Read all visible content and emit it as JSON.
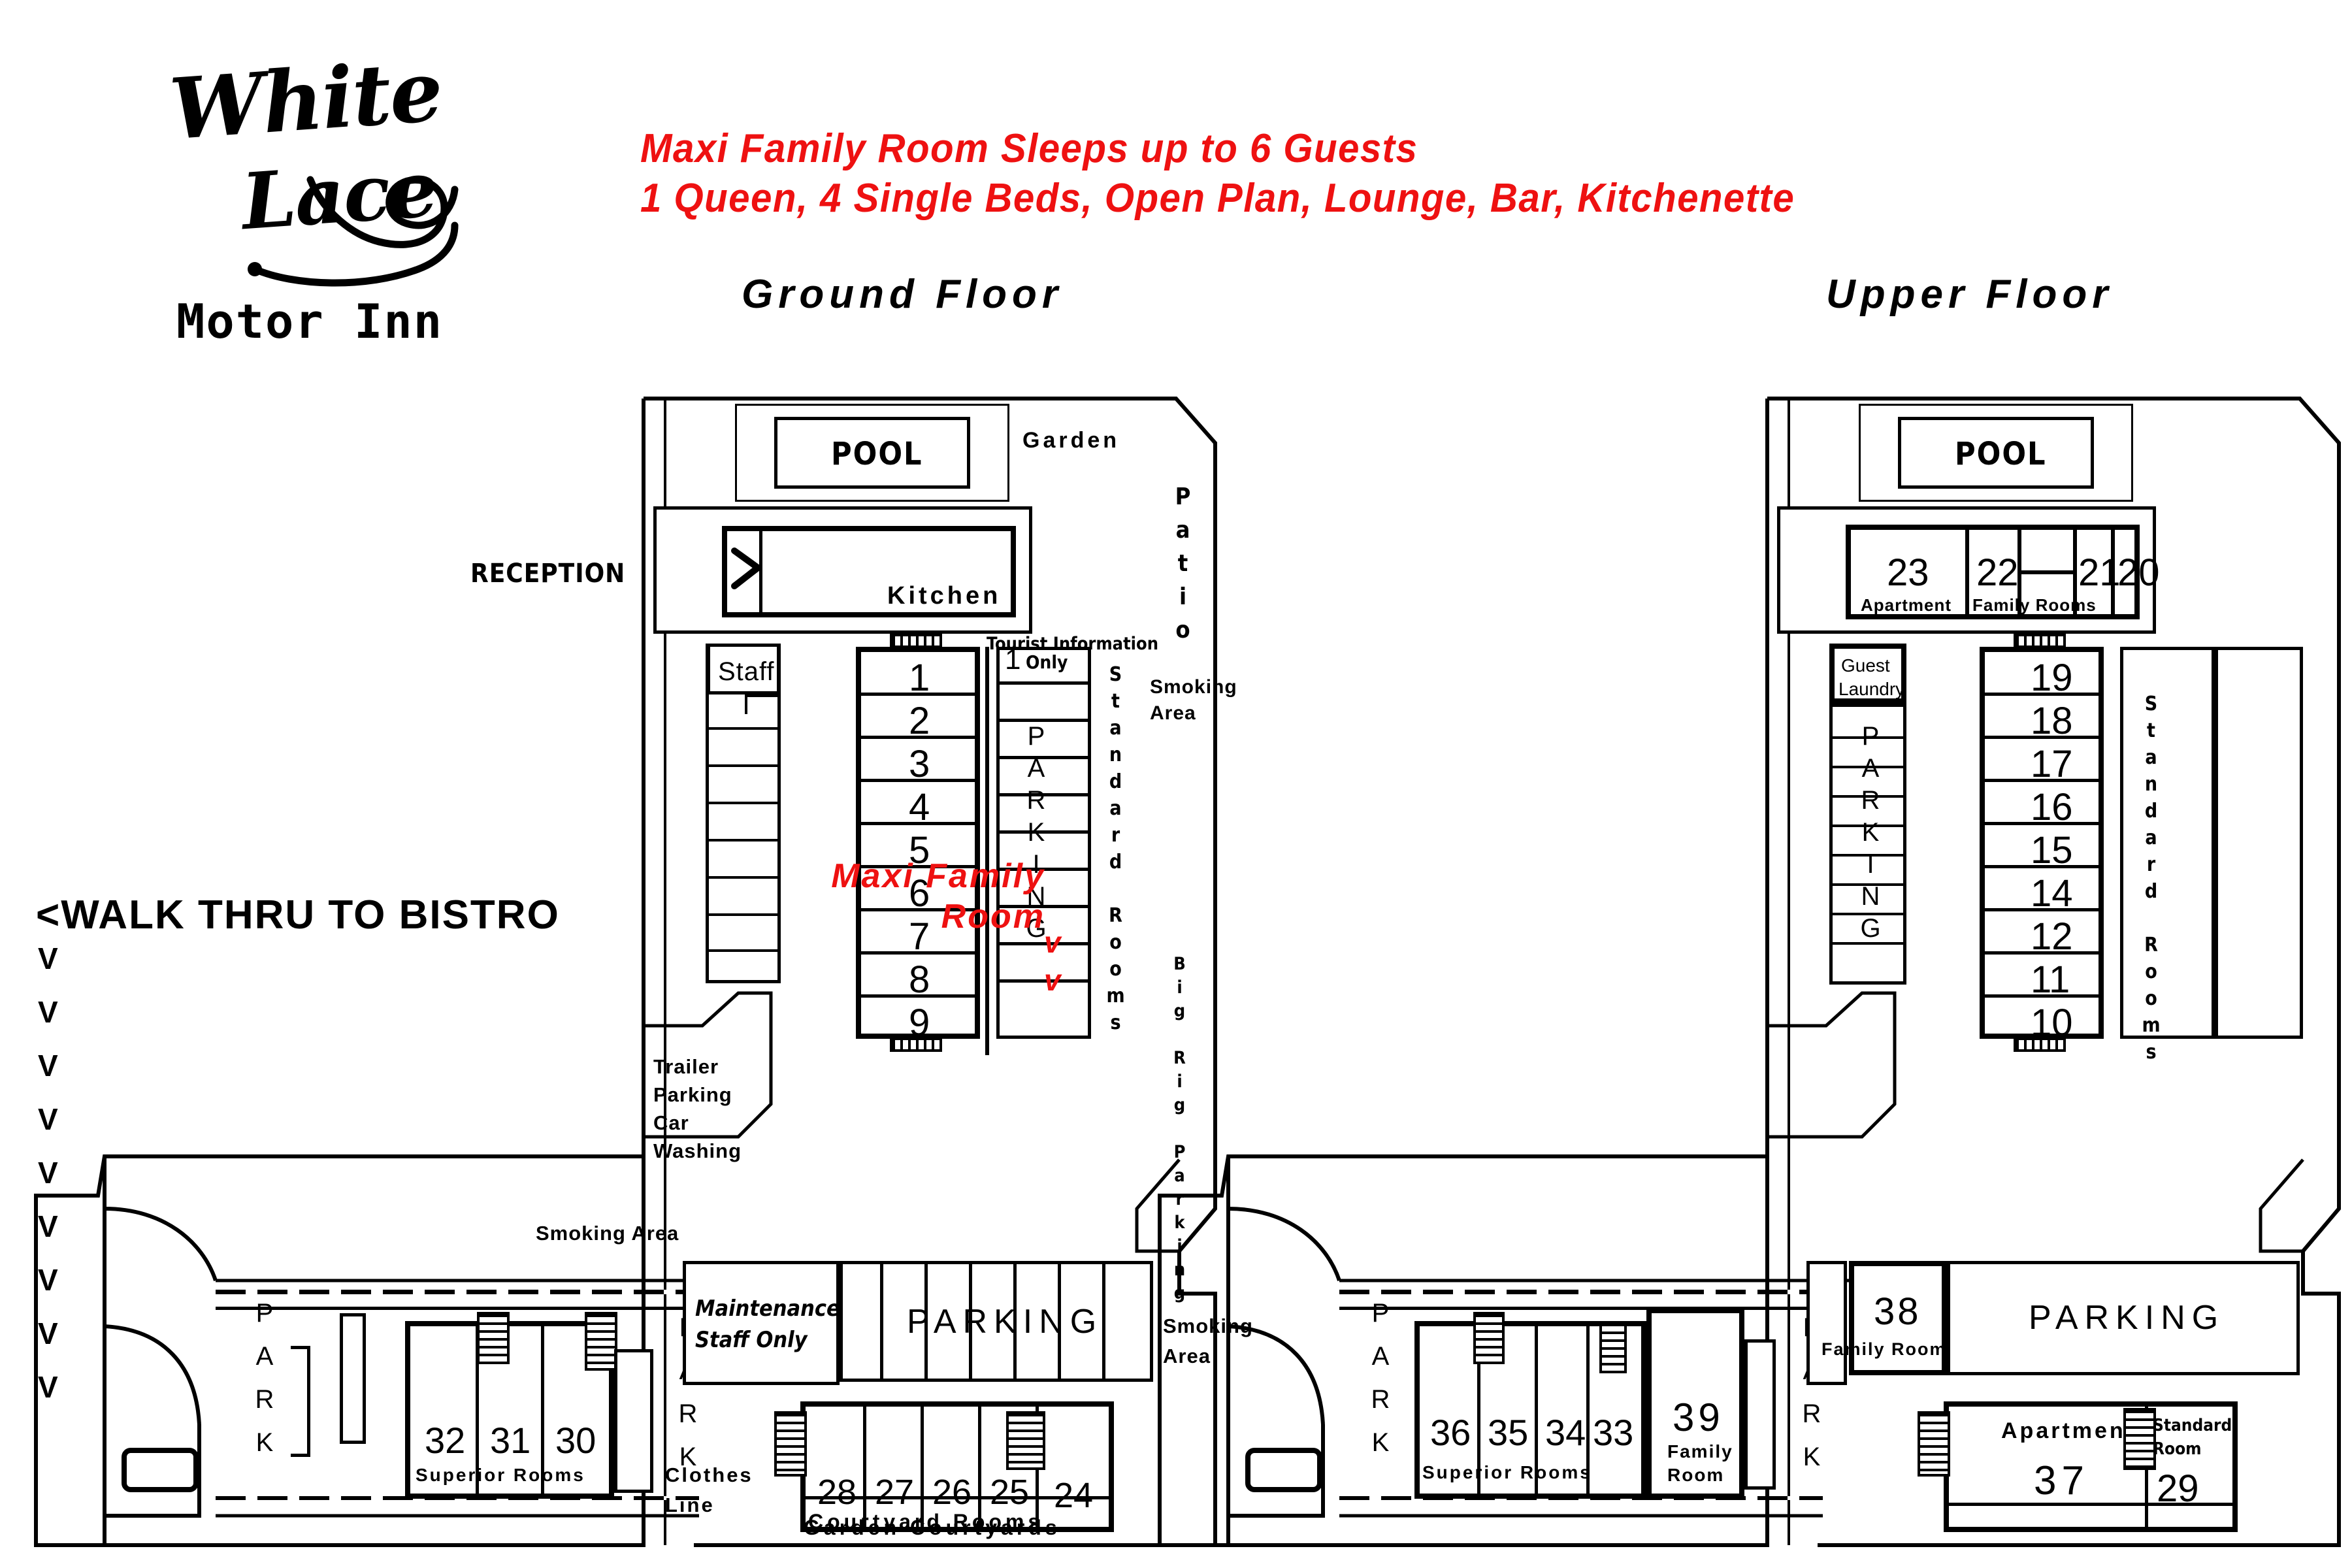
{
  "brand": {
    "script_line1": "White",
    "script_line2": "Lace",
    "subtitle": "Motor Inn"
  },
  "header": {
    "line1": "Maxi Family Room Sleeps up to 6 Guests",
    "line2": "1 Queen, 4 Single Beds, Open Plan, Lounge, Bar, Kitchenette",
    "color": "#ee1111"
  },
  "floors": [
    {
      "id": "ground",
      "title": "Ground Floor",
      "labels": {
        "pool": "POOL",
        "garden": "Garden",
        "patio": "Patio",
        "kitchen": "Kitchen",
        "tourist_information": "Tourist Information",
        "staff": "Staff",
        "one_only": "Only",
        "one_only_num": "1",
        "smoking_area_top": "Smoking\nArea",
        "smoking_area_top_l1": "Smoking",
        "smoking_area_top_l2": "Area",
        "big_rig_parking": "Big Rig Parking",
        "parking_vertical": "PARKING",
        "standard_rooms_vertical": "Standard Rooms",
        "trailer_parking_car_washing_l1": "Trailer",
        "trailer_parking_car_washing_l2": "Parking",
        "trailer_parking_car_washing_l3": "Car",
        "trailer_parking_car_washing_l4": "Washing",
        "smoking_area_mid": "Smoking Area",
        "park_vertical_left": "PARK",
        "park_vertical_right": "PARK",
        "superior_rooms": "Superior Rooms",
        "maintenance_l1": "Maintenance",
        "maintenance_l2": "Staff Only",
        "parking_horizontal": "PARKING",
        "smoking_area_bottom_l1": "Smoking",
        "smoking_area_bottom_l2": "Area",
        "clothes_line_l1": "Clothes",
        "clothes_line_l2": "Line",
        "courtyard_rooms": "Courtyard Rooms",
        "garden_courtyards": "Garden Courtyards",
        "reception": "RECEPTION",
        "walk_thru": "<WALK THRU TO BISTRO"
      },
      "room_column": [
        "1",
        "2",
        "3",
        "4",
        "5",
        "6",
        "7",
        "8",
        "9"
      ],
      "superior_rooms": [
        "32",
        "31",
        "30"
      ],
      "courtyard_rooms": [
        "28",
        "27",
        "26",
        "25",
        "24"
      ],
      "chevrons": [
        "V",
        "V",
        "V",
        "V",
        "V",
        "V",
        "V",
        "V",
        "V"
      ]
    },
    {
      "id": "upper",
      "title": "Upper Floor",
      "labels": {
        "pool": "POOL",
        "apartment": "Apartment",
        "family_rooms": "Family Rooms",
        "guest_laundry_l1": "Guest",
        "guest_laundry_l2": "Laundry",
        "parking_vertical": "PARKING",
        "standard_rooms_vertical": "Standard Rooms",
        "park_vertical_left": "PARK",
        "park_vertical_right": "PARK",
        "superior_rooms": "Superior Rooms",
        "family_room_39_l1": "Family",
        "family_room_39_l2": "Room",
        "family_room_38": "Family Room",
        "parking_horizontal": "PARKING",
        "apartment_37": "Apartment",
        "standard_room_l1": "Standard",
        "standard_room_l2": "Room",
        "maxi_family_room_l1": "Maxi Family",
        "maxi_family_room_l2": "Room",
        "maxi_marker": "v"
      },
      "top_rooms": [
        "23",
        "22",
        "21",
        "20"
      ],
      "room_column": [
        "19",
        "18",
        "17",
        "16",
        "15",
        "14",
        "12",
        "11",
        "10"
      ],
      "superior_rooms": [
        "36",
        "35",
        "34",
        "33"
      ],
      "family_room_39": "39",
      "family_room_38": "38",
      "apartment_37": "37",
      "standard_room_29": "29"
    }
  ]
}
